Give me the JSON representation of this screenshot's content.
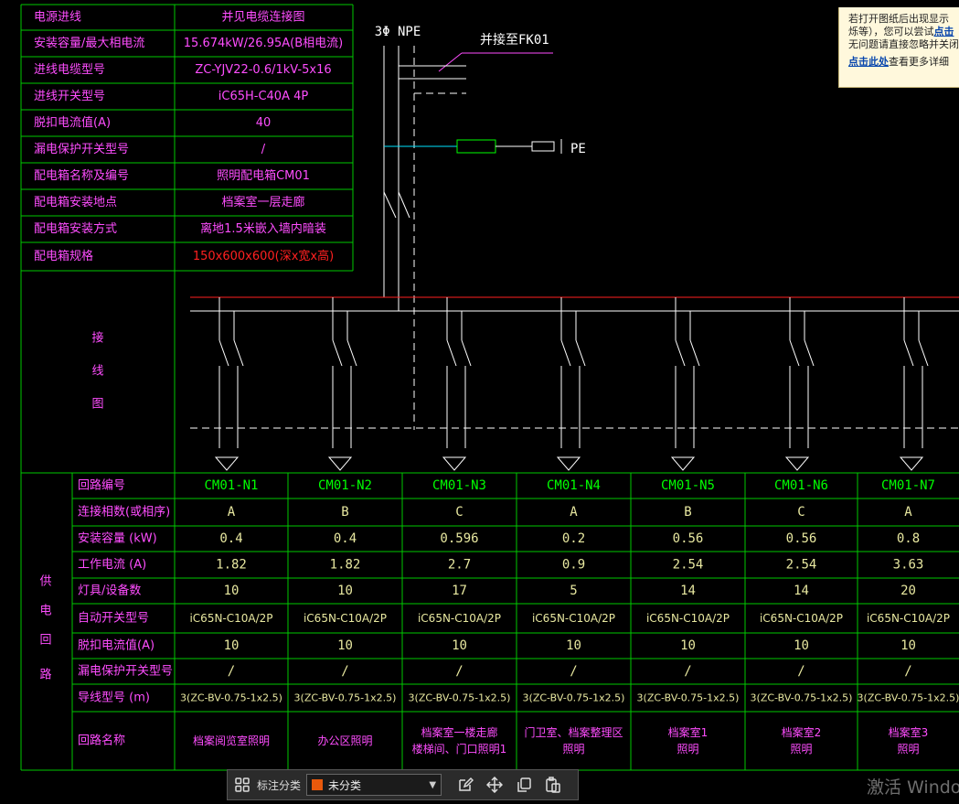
{
  "drawing": {
    "summary_rows": [
      {
        "label": "电源进线",
        "value": "并见电缆连接图"
      },
      {
        "label": "安装容量/最大相电流",
        "value": "15.674kW/26.95A(B相电流)"
      },
      {
        "label": "进线电缆型号",
        "value": "ZC-YJV22-0.6/1kV-5x16"
      },
      {
        "label": "进线开关型号",
        "value": "iC65H-C40A 4P"
      },
      {
        "label": "脱扣电流值(A)",
        "value": "40"
      },
      {
        "label": "漏电保护开关型号",
        "value": "/"
      },
      {
        "label": "配电箱名称及编号",
        "value": "照明配电箱CM01"
      },
      {
        "label": "配电箱安装地点",
        "value": "档案室一层走廊"
      },
      {
        "label": "配电箱安装方式",
        "value": "离地1.5米嵌入墙内暗装"
      },
      {
        "label": "配电箱规格",
        "value": "150x600x600(深x宽x高)"
      }
    ],
    "wiring_label": "接线图",
    "supply_label": "供电回路",
    "phase_label": "3Φ NPE",
    "incoming_label": "并接至FK01",
    "pe_label": "PE",
    "circuit_rows": [
      "回路编号",
      "连接相数(或相序)",
      "安装容量 (kW)",
      "工作电流 (A)",
      "灯具/设备数",
      "自动开关型号",
      "脱扣电流值(A)",
      "漏电保护开关型号",
      "导线型号 (m)",
      "回路名称"
    ],
    "circuits": [
      {
        "id": "CM01-N1",
        "phase": "A",
        "kw": "0.4",
        "amp": "1.82",
        "count": "10",
        "breaker": "iC65N-C10A/2P",
        "trip": "10",
        "rcd": "/",
        "wire": "3(ZC-BV-0.75-1x2.5)",
        "name": [
          "档案阅览室照明"
        ]
      },
      {
        "id": "CM01-N2",
        "phase": "B",
        "kw": "0.4",
        "amp": "1.82",
        "count": "10",
        "breaker": "iC65N-C10A/2P",
        "trip": "10",
        "rcd": "/",
        "wire": "3(ZC-BV-0.75-1x2.5)",
        "name": [
          "办公区照明"
        ]
      },
      {
        "id": "CM01-N3",
        "phase": "C",
        "kw": "0.596",
        "amp": "2.7",
        "count": "17",
        "breaker": "iC65N-C10A/2P",
        "trip": "10",
        "rcd": "/",
        "wire": "3(ZC-BV-0.75-1x2.5)",
        "name": [
          "档案室一楼走廊",
          "楼梯间、门口照明1"
        ]
      },
      {
        "id": "CM01-N4",
        "phase": "A",
        "kw": "0.2",
        "amp": "0.9",
        "count": "5",
        "breaker": "iC65N-C10A/2P",
        "trip": "10",
        "rcd": "/",
        "wire": "3(ZC-BV-0.75-1x2.5)",
        "name": [
          "门卫室、档案整理区",
          "照明"
        ]
      },
      {
        "id": "CM01-N5",
        "phase": "B",
        "kw": "0.56",
        "amp": "2.54",
        "count": "14",
        "breaker": "iC65N-C10A/2P",
        "trip": "10",
        "rcd": "/",
        "wire": "3(ZC-BV-0.75-1x2.5)",
        "name": [
          "档案室1",
          "照明"
        ]
      },
      {
        "id": "CM01-N6",
        "phase": "C",
        "kw": "0.56",
        "amp": "2.54",
        "count": "14",
        "breaker": "iC65N-C10A/2P",
        "trip": "10",
        "rcd": "/",
        "wire": "3(ZC-BV-0.75-1x2.5)",
        "name": [
          "档案室2",
          "照明"
        ]
      },
      {
        "id": "CM01-N7",
        "phase": "A",
        "kw": "0.8",
        "amp": "3.63",
        "count": "20",
        "breaker": "iC65N-C10A/2P",
        "trip": "10",
        "rcd": "/",
        "wire": "3(ZC-BV-0.75-1x2.5)",
        "name": [
          "档案室3",
          "照明"
        ]
      }
    ]
  },
  "tooltip": {
    "line1": "若打开图纸后出现显示",
    "line2_a": "烁等），您可以尝试",
    "line2_b": "点击",
    "line3": "无问题请直接忽略并关闭",
    "link": "点击此处",
    "link_rest": "查看更多详细"
  },
  "toolbar": {
    "label": "标注分类",
    "category_value": "未分类",
    "category_color": "#e8590c",
    "icons": [
      "grid-icon",
      "edit-icon",
      "move-icon",
      "copy-icon",
      "paste-icon"
    ]
  },
  "watermark": "激活 Windo",
  "colors": {
    "grid": "#00c800",
    "label": "#ff4dff",
    "value": "#ff4dff",
    "circuit": "#00ff00",
    "row_value": "#e8e8a0",
    "line": "#ffffff",
    "red": "#ff2020",
    "cyan": "#00e5ff",
    "green_dev": "#00ff00"
  }
}
